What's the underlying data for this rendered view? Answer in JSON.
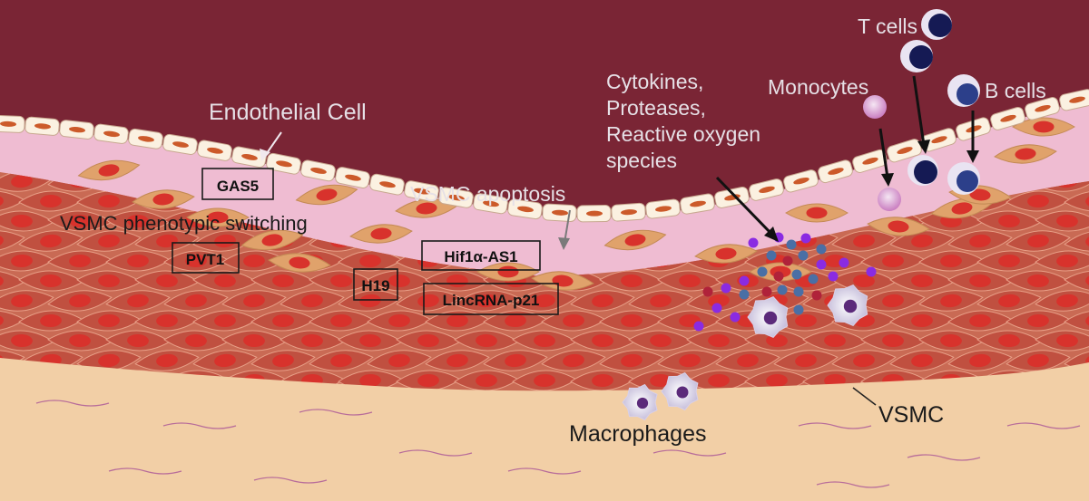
{
  "labels": {
    "endothelial_cell": "Endothelial Cell",
    "vsmc_phenotypic_switching": "VSMC phenotypic switching",
    "vsmc_apoptosis": "VSMC apoptosis",
    "cytokines_line1": "Cytokines,",
    "cytokines_line2": "Proteases,",
    "cytokines_line3": "Reactive oxygen",
    "cytokines_line4": "species",
    "t_cells": "T cells",
    "monocytes": "Monocytes",
    "b_cells": "B cells",
    "macrophages": "Macrophages",
    "vsmc": "VSMC"
  },
  "genes": {
    "gas5": "GAS5",
    "pvt1": "PVT1",
    "h19": "H19",
    "hif1a_as1": "Hif1α-AS1",
    "lincrna_p21": "LincRNA-p21"
  },
  "colors": {
    "lumen": "#7a2535",
    "intima": "#efbcd2",
    "media": "#c96a54",
    "adventitia": "#f2cfa6",
    "vsmc_cell": "#e0a26b",
    "nucleus": "#d8322c",
    "endothelium": "#fbf1e1"
  }
}
